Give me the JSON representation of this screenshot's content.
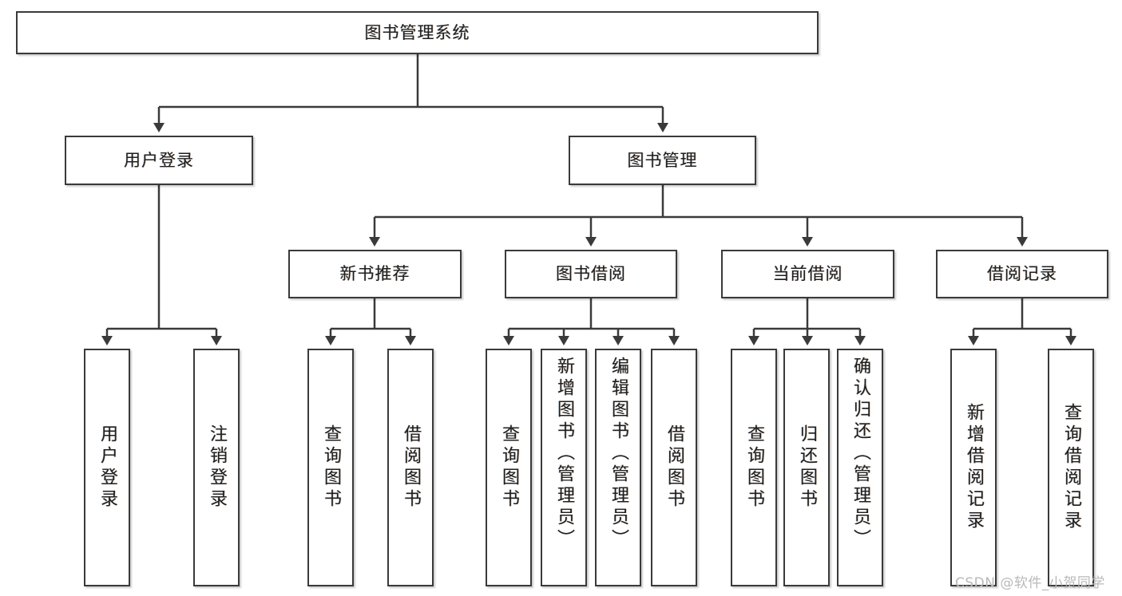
{
  "diagram": {
    "type": "hierarchy-tree",
    "title": "图书管理系统",
    "root": {
      "id": "root",
      "label": "图书管理系统"
    },
    "level2": [
      {
        "id": "user-login",
        "label": "用户登录"
      },
      {
        "id": "book-management",
        "label": "图书管理"
      }
    ],
    "level3": [
      {
        "id": "new-book-recommend",
        "label": "新书推荐",
        "parent": "book-management"
      },
      {
        "id": "book-borrow",
        "label": "图书借阅",
        "parent": "book-management"
      },
      {
        "id": "current-borrow",
        "label": "当前借阅",
        "parent": "book-management"
      },
      {
        "id": "borrow-record",
        "label": "借阅记录",
        "parent": "book-management"
      }
    ],
    "leaves": {
      "user-login": [
        {
          "id": "leaf-user-login",
          "label": "用户登录"
        },
        {
          "id": "leaf-user-logout",
          "label": "注销登录"
        }
      ],
      "new-book-recommend": [
        {
          "id": "leaf-query-book-1",
          "label": "查询图书"
        },
        {
          "id": "leaf-borrow-book-1",
          "label": "借阅图书"
        }
      ],
      "book-borrow": [
        {
          "id": "leaf-query-book-2",
          "label": "查询图书"
        },
        {
          "id": "leaf-add-book",
          "label": "新增图书（管理员）"
        },
        {
          "id": "leaf-edit-book",
          "label": "编辑图书（管理员）"
        },
        {
          "id": "leaf-borrow-book-2",
          "label": "借阅图书"
        }
      ],
      "current-borrow": [
        {
          "id": "leaf-query-book-3",
          "label": "查询图书"
        },
        {
          "id": "leaf-return-book",
          "label": "归还图书"
        },
        {
          "id": "leaf-confirm-return",
          "label": "确认归还（管理员）"
        }
      ],
      "borrow-record": [
        {
          "id": "leaf-add-record",
          "label": "新增借阅记录"
        },
        {
          "id": "leaf-query-record",
          "label": "查询借阅记录"
        }
      ]
    }
  },
  "watermark": {
    "text": "CSDN @软件_小贺同学"
  },
  "colors": {
    "stroke": "#3a3a3a",
    "fill": "#ffffff",
    "text": "#1f1f1f",
    "watermark": "#b9b9b9"
  }
}
